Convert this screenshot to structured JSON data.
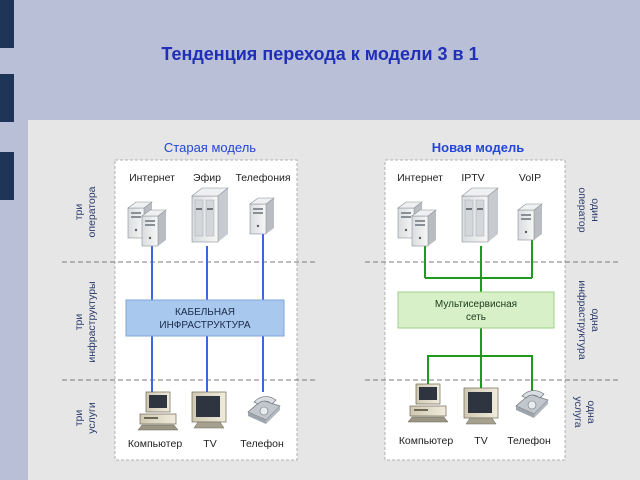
{
  "title": "Тенденция перехода к модели 3 в 1",
  "old_model": {
    "heading": "Старая модель",
    "services": [
      "Интернет",
      "Эфир",
      "Телефония"
    ],
    "infrastructure": [
      "КАБЕЛЬНАЯ",
      "ИНФРАСТРУКТУРА"
    ],
    "devices": [
      "Компьютер",
      "TV",
      "Телефон"
    ],
    "side_labels": [
      {
        "line1": "три",
        "line2": "оператора"
      },
      {
        "line1": "три",
        "line2": "инфраструктуры"
      },
      {
        "line1": "три",
        "line2": "услуги"
      }
    ]
  },
  "new_model": {
    "heading": "Новая модель",
    "services": [
      "Интернет",
      "IPTV",
      "VoIP"
    ],
    "network": [
      "Мультисервисная",
      "сеть"
    ],
    "devices": [
      "Компьютер",
      "TV",
      "Телефон"
    ],
    "side_labels": [
      {
        "line1": "один",
        "line2": "оператор"
      },
      {
        "line1": "одна",
        "line2": "инфраструктура"
      },
      {
        "line1": "одна",
        "line2": "услуга"
      }
    ]
  },
  "colors": {
    "title": "#1f2fb8",
    "heading": "#2447d8",
    "old_link": "#3c64e6",
    "new_link": "#1e9a1e",
    "old_box": "#a9c8ee",
    "new_box": "#d8f0c8",
    "deco": "#1f3557"
  }
}
